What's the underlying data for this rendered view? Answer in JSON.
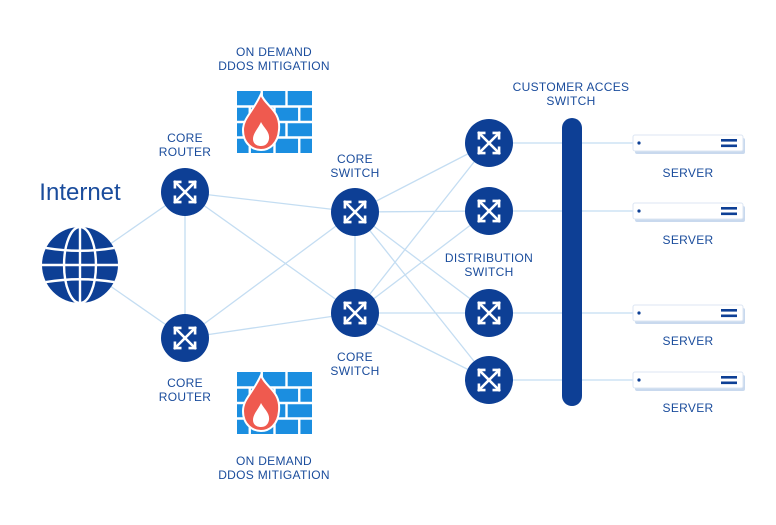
{
  "colors": {
    "node": "#0d3f95",
    "node_ring": "#ffffff",
    "link": "#c4ddf2",
    "bar": "#0d3f95",
    "firewall": "#1b8ee0",
    "flame": "#ef5a4f",
    "server": "#ffffff",
    "server_shadow": "#c9d9ee",
    "text": "#1a4c9c"
  },
  "internet": {
    "label": "Internet",
    "icon": "globe-icon"
  },
  "core_router_top": {
    "line1": "CORE",
    "line2": "ROUTER",
    "icon": "switch-arrows-icon"
  },
  "core_router_bottom": {
    "line1": "CORE",
    "line2": "ROUTER",
    "icon": "switch-arrows-icon"
  },
  "core_switch_top": {
    "line1": "CORE",
    "line2": "SWITCH",
    "icon": "switch-arrows-icon"
  },
  "core_switch_bottom": {
    "line1": "CORE",
    "line2": "SWITCH",
    "icon": "switch-arrows-icon"
  },
  "ddos_top": {
    "line1": "ON DEMAND",
    "line2": "DDOS MITIGATION",
    "icon": "firewall-flame-icon"
  },
  "ddos_bottom": {
    "line1": "ON DEMAND",
    "line2": "DDOS MITIGATION",
    "icon": "firewall-flame-icon"
  },
  "distribution": {
    "line1": "DISTRIBUTION",
    "line2": "SWITCH",
    "icon": "switch-arrows-icon"
  },
  "access_switch": {
    "line1": "CUSTOMER ACCES",
    "line2": "SWITCH"
  },
  "servers": [
    {
      "label": "SERVER",
      "icon": "server-icon"
    },
    {
      "label": "SERVER",
      "icon": "server-icon"
    },
    {
      "label": "SERVER",
      "icon": "server-icon"
    },
    {
      "label": "SERVER",
      "icon": "server-icon"
    }
  ]
}
